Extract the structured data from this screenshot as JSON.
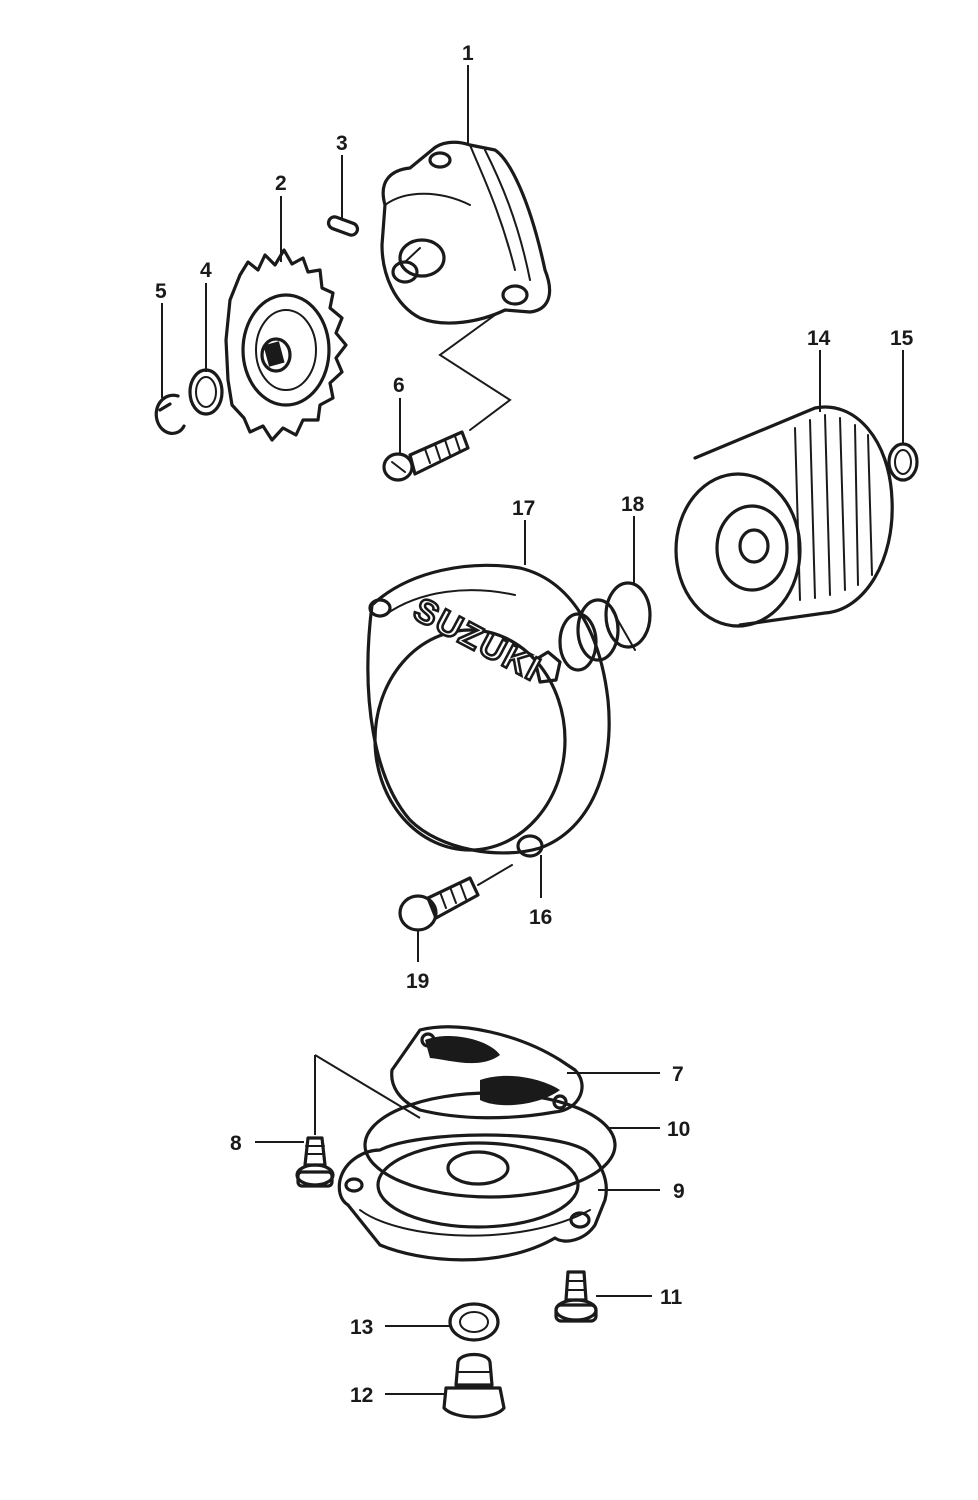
{
  "callouts": [
    {
      "id": "1",
      "text": "1"
    },
    {
      "id": "2",
      "text": "2"
    },
    {
      "id": "3",
      "text": "3"
    },
    {
      "id": "4",
      "text": "4"
    },
    {
      "id": "5",
      "text": "5"
    },
    {
      "id": "6",
      "text": "6"
    },
    {
      "id": "7",
      "text": "7"
    },
    {
      "id": "8",
      "text": "8"
    },
    {
      "id": "9",
      "text": "9"
    },
    {
      "id": "10",
      "text": "10"
    },
    {
      "id": "11",
      "text": "11"
    },
    {
      "id": "12",
      "text": "12"
    },
    {
      "id": "13",
      "text": "13"
    },
    {
      "id": "14",
      "text": "14"
    },
    {
      "id": "15",
      "text": "15"
    },
    {
      "id": "16",
      "text": "16"
    },
    {
      "id": "17",
      "text": "17"
    },
    {
      "id": "18",
      "text": "18"
    },
    {
      "id": "19",
      "text": "19"
    }
  ],
  "cover_brand": "SUZUKI",
  "colors": {
    "line": "#1a1a1a",
    "background": "#ffffff"
  }
}
